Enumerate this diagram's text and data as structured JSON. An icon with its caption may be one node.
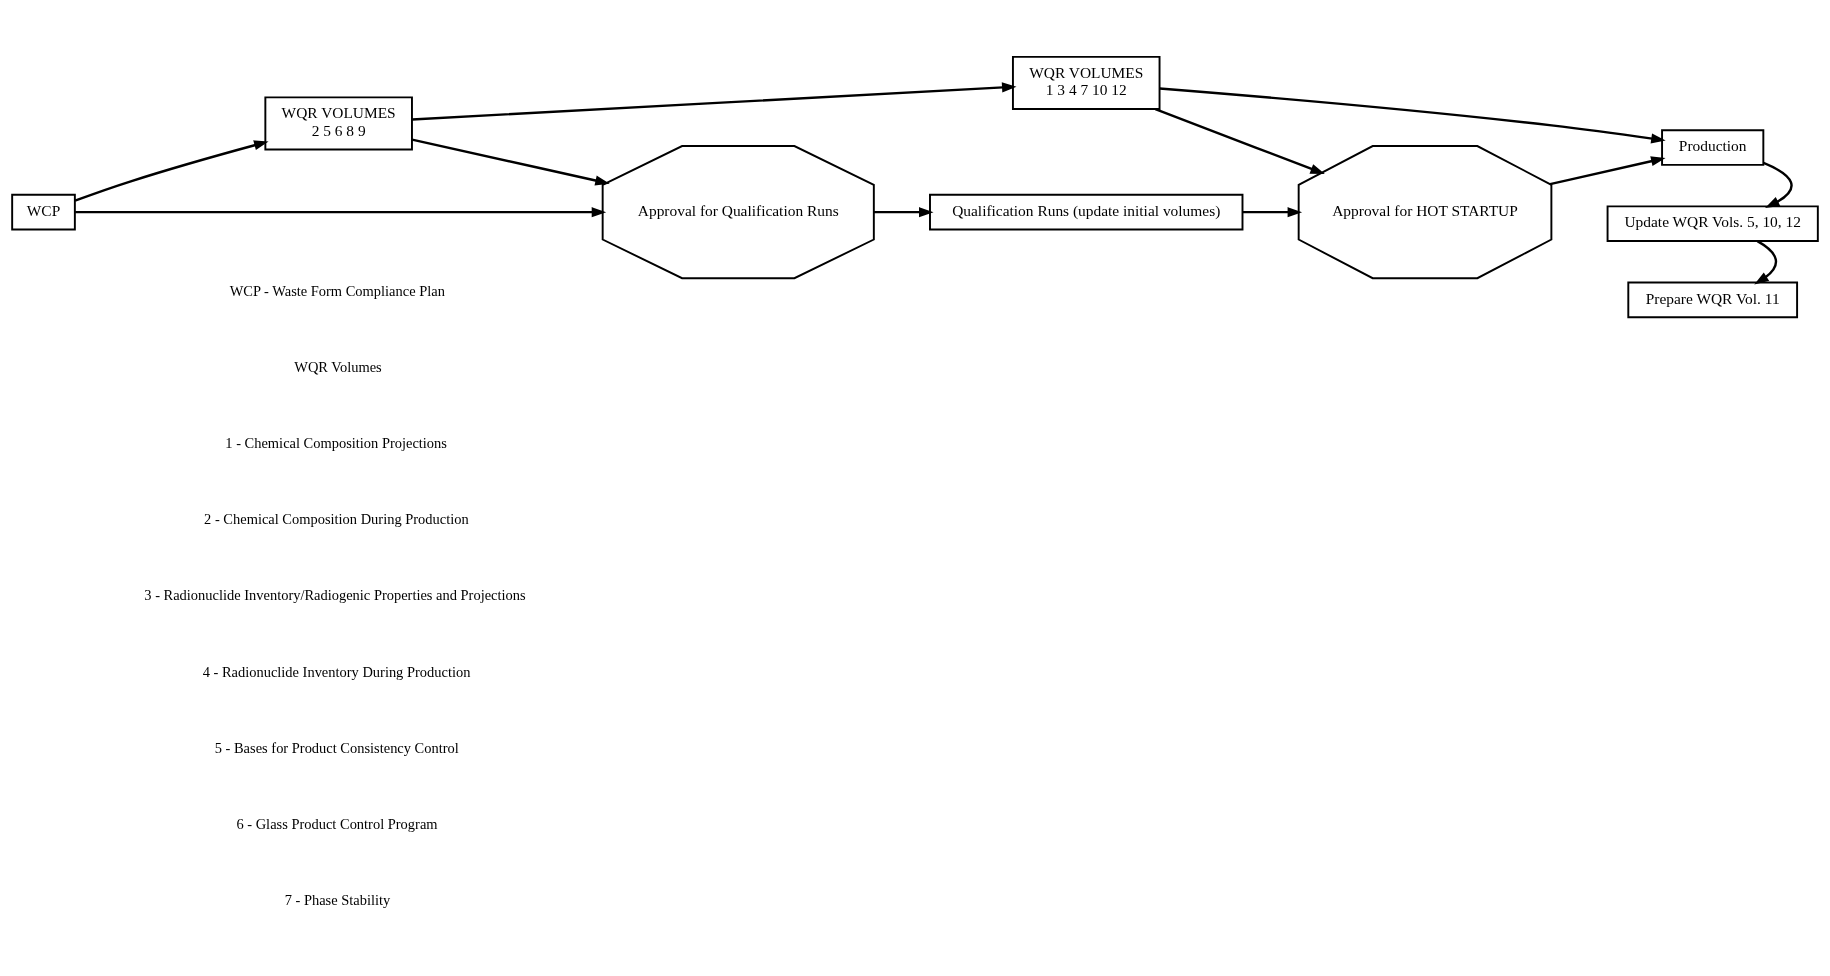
{
  "diagram": {
    "nodes": [
      {
        "text": [
          "WCP"
        ]
      },
      {
        "text": [
          "WQR VOLUMES",
          "2 5 6 8 9"
        ]
      },
      {
        "text": [
          "WQR VOLUMES",
          "1 3 4 7 10 12"
        ]
      },
      {
        "text": [
          "Production"
        ]
      },
      {
        "text": [
          "Approval for Qualification Runs"
        ]
      },
      {
        "text": [
          "Qualification Runs (update initial volumes)"
        ]
      },
      {
        "text": [
          "Approval for HOT STARTUP"
        ]
      },
      {
        "text": [
          "Update WQR Vols. 5, 10, 12"
        ]
      },
      {
        "text": [
          "Prepare WQR Vol. 11"
        ]
      }
    ],
    "edges": [
      {
        "from": 0,
        "to": 1,
        "arrow": "to"
      },
      {
        "from": 1,
        "to": 2,
        "arrow": "to"
      },
      {
        "from": 2,
        "to": 3,
        "arrow": "to"
      },
      {
        "from": 1,
        "to": 4,
        "arrow": "to"
      },
      {
        "from": 0,
        "to": 4,
        "arrow": "to"
      },
      {
        "from": 4,
        "to": 5,
        "arrow": "to"
      },
      {
        "from": 5,
        "to": 6,
        "arrow": "to"
      },
      {
        "from": 2,
        "to": 6,
        "arrow": "to"
      },
      {
        "from": 6,
        "to": 3,
        "arrow": "to"
      },
      {
        "from": 3,
        "to": 7,
        "arrow": "to"
      },
      {
        "from": 7,
        "to": 8,
        "arrow": "to"
      }
    ],
    "labels": [
      "WCP - Waste Form Compliance Plan",
      "WQR Volumes",
      "1 - Chemical Composition Projections",
      "2 - Chemical Composition During Production",
      "3 - Radionuclide Inventory/Radiogenic Properties and Projections",
      "4 - Radionuclide Inventory During Production",
      "5 - Bases for Product Consistency Control",
      "6 - Glass Product Control Program",
      "7 - Phase Stability"
    ]
  }
}
